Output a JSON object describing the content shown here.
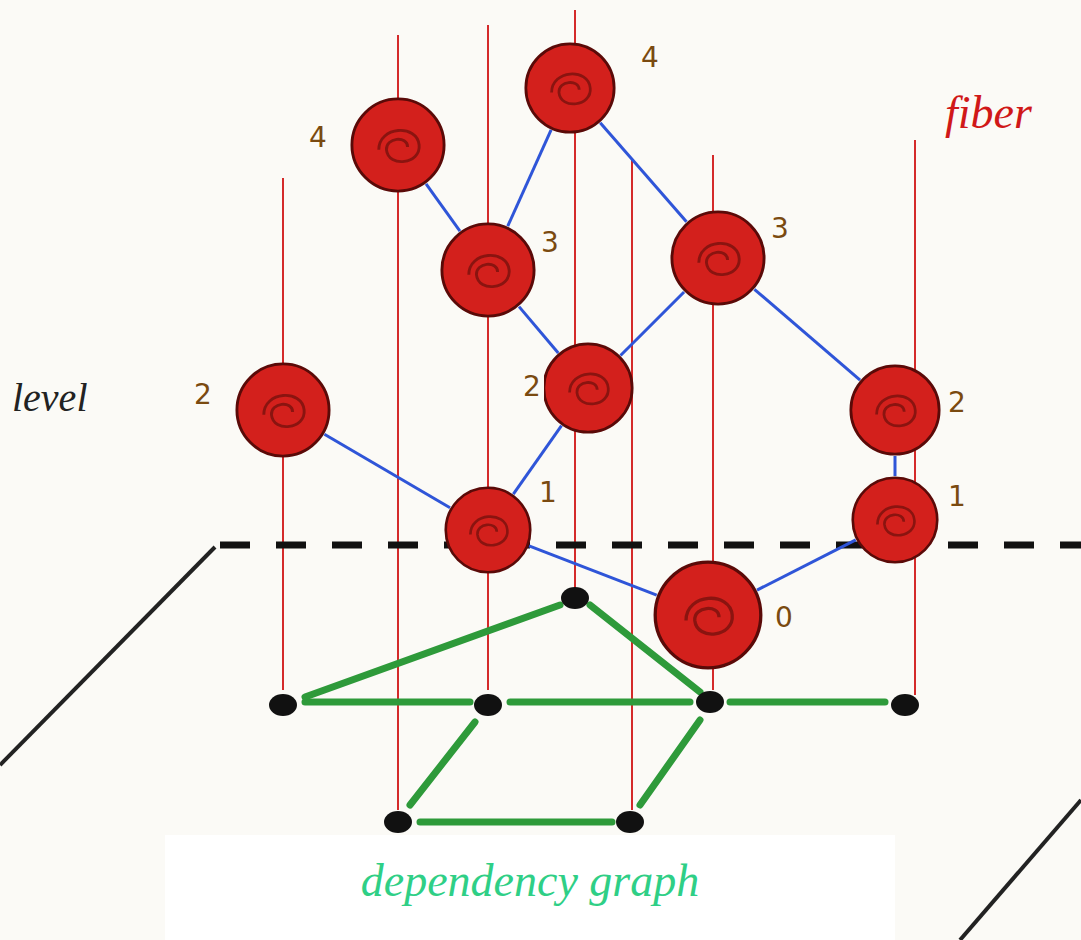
{
  "diagram": {
    "caption": "dependency graph",
    "nodes": [
      {
        "text": [
          "4"
        ]
      },
      {
        "text": [
          "4"
        ]
      },
      {
        "text": [
          "3"
        ]
      },
      {
        "text": [
          "3"
        ]
      },
      {
        "text": [
          "2"
        ]
      },
      {
        "text": [
          "2"
        ]
      },
      {
        "text": [
          "2"
        ]
      },
      {
        "text": [
          "1"
        ]
      },
      {
        "text": [
          "1"
        ]
      },
      {
        "text": [
          "0"
        ]
      }
    ],
    "edges": [
      {
        "from": 1,
        "to": 2,
        "arrow": "none"
      },
      {
        "from": 0,
        "to": 2,
        "arrow": "none"
      },
      {
        "from": 0,
        "to": 3,
        "arrow": "none"
      },
      {
        "from": 2,
        "to": 5,
        "arrow": "none"
      },
      {
        "from": 3,
        "to": 5,
        "arrow": "none"
      },
      {
        "from": 3,
        "to": 6,
        "arrow": "none"
      },
      {
        "from": 4,
        "to": 7,
        "arrow": "none"
      },
      {
        "from": 5,
        "to": 7,
        "arrow": "none"
      },
      {
        "from": 6,
        "to": 8,
        "arrow": "none"
      },
      {
        "from": 7,
        "to": 9,
        "arrow": "none"
      },
      {
        "from": 8,
        "to": 9,
        "arrow": "none"
      }
    ],
    "labels": [
      "fiber",
      "level"
    ]
  }
}
